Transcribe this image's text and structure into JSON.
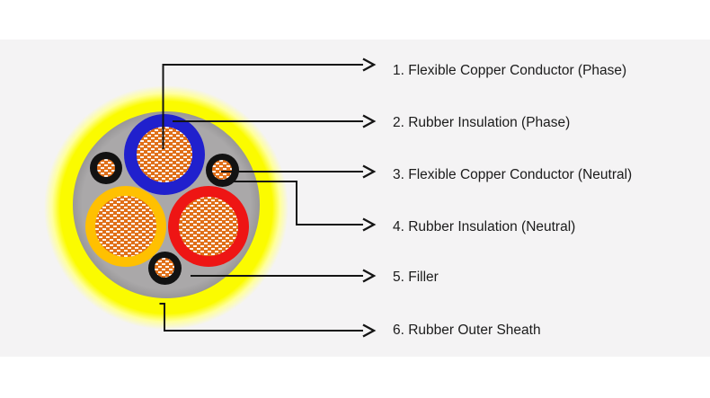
{
  "page": {
    "background": "#ffffff",
    "panel_background": "#f4f3f4"
  },
  "diagram": {
    "kind": "cable-cross-section",
    "labels": [
      {
        "number": "1.",
        "name": "Flexible Copper Conductor (Phase)",
        "text": "1. Flexible Copper Conductor (Phase)"
      },
      {
        "number": "2.",
        "name": "Rubber Insulation (Phase)",
        "text": "2. Rubber Insulation (Phase)"
      },
      {
        "number": "3.",
        "name": "Flexible Copper Conductor (Neutral)",
        "text": "3. Flexible Copper Conductor (Neutral)"
      },
      {
        "number": "4.",
        "name": "Rubber Insulation (Neutral)",
        "text": "4. Rubber Insulation (Neutral)"
      },
      {
        "number": "5.",
        "name": "Filler",
        "text": "5. Filler"
      },
      {
        "number": "6.",
        "name": "Rubber Outer Sheath",
        "text": "6. Rubber Outer Sheath"
      }
    ],
    "colors": {
      "outer_sheath_yellow": "#fbfb00",
      "sheath_halo_yellow": "#ffff9e",
      "filler_gray": "#a7a5a6",
      "phase_insulation_blue": "#2020cd",
      "core_insulation_red": "#ee1514",
      "core_insulation_amber": "#ffc001",
      "neutral_insulation_black": "#121212",
      "copper_conductor_orange": "#e06f18",
      "leader_line_black": "#141414",
      "label_text": "#1b1b1b"
    }
  }
}
